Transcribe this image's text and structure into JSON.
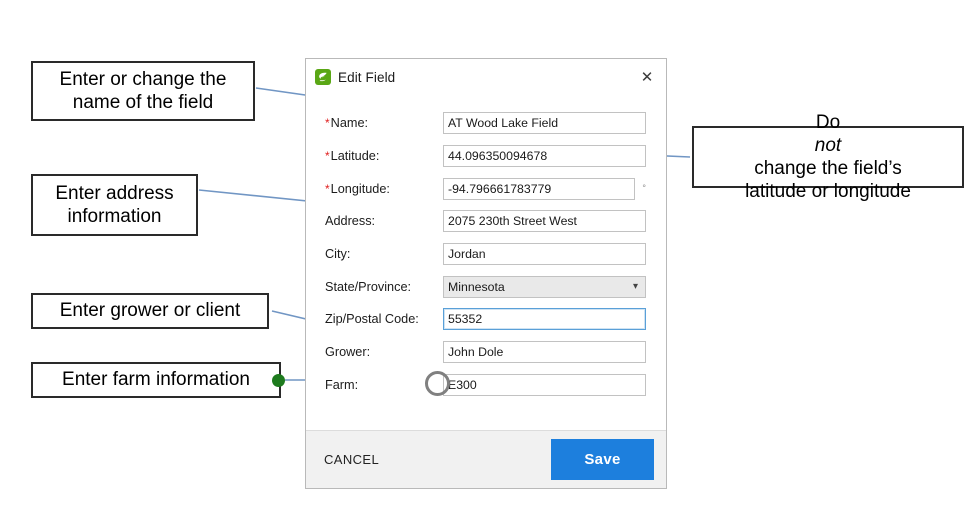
{
  "dialog": {
    "icon_name": "leaf-app-icon",
    "title": "Edit Field",
    "close_label": "✕",
    "fields": [
      {
        "key": "name",
        "label": "Name:",
        "required": true,
        "type": "text",
        "value": "AT Wood Lake Field",
        "focused": false
      },
      {
        "key": "latitude",
        "label": "Latitude:",
        "required": true,
        "type": "text",
        "value": "44.096350094678",
        "focused": false
      },
      {
        "key": "longitude",
        "label": "Longitude:",
        "required": true,
        "type": "text",
        "value": "-94.796661783779",
        "focused": false,
        "suffix": "°"
      },
      {
        "key": "address",
        "label": "Address:",
        "required": false,
        "type": "text",
        "value": "2075 230th Street West",
        "focused": false
      },
      {
        "key": "city",
        "label": "City:",
        "required": false,
        "type": "text",
        "value": "Jordan",
        "focused": false
      },
      {
        "key": "state",
        "label": "State/Province:",
        "required": false,
        "type": "select",
        "value": "Minnesota",
        "focused": false
      },
      {
        "key": "zip",
        "label": "Zip/Postal Code:",
        "required": false,
        "type": "text",
        "value": "55352",
        "focused": true
      },
      {
        "key": "grower",
        "label": "Grower:",
        "required": false,
        "type": "text",
        "value": "John Dole",
        "focused": false
      },
      {
        "key": "farm",
        "label": "Farm:",
        "required": false,
        "type": "text",
        "value": "E300",
        "focused": false
      }
    ],
    "footer": {
      "cancel_label": "CANCEL",
      "save_label": "Save"
    }
  },
  "annotations": [
    {
      "id": "co-name",
      "line1": "Enter or change the",
      "line2": "name of the field"
    },
    {
      "id": "co-address",
      "line1": "Enter address",
      "line2": "information"
    },
    {
      "id": "co-grower",
      "line1": "Enter grower or client",
      "line2": ""
    },
    {
      "id": "co-farm",
      "line1": "Enter farm information",
      "line2": ""
    },
    {
      "id": "co-latlon",
      "pre": "Do ",
      "emph": "not",
      "post": " change the field’s",
      "line2": "latitude or longitude"
    }
  ],
  "colors": {
    "brand_green": "#5aa715",
    "accent_blue": "#1d7fdd",
    "required_red": "#e02020",
    "connector_blue": "#7196c4",
    "farm_dot_green": "#1e7b1e"
  }
}
